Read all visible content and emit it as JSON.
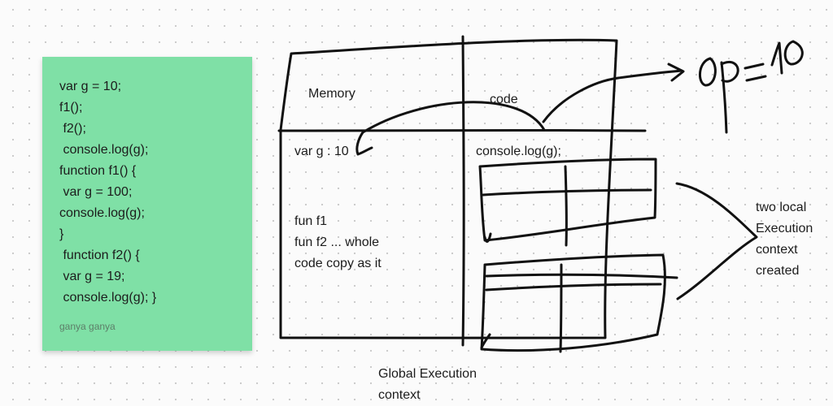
{
  "sticky_note": {
    "lines": [
      "var g = 10;",
      "f1();",
      " f2();",
      " console.log(g);",
      "function f1() {",
      " var g = 100;",
      "console.log(g);",
      "}",
      " function f2() {",
      " var g = 19;",
      " console.log(g); }"
    ],
    "author": "ganya ganya",
    "color": "#7fe0a6"
  },
  "diagram": {
    "memory_label": "Memory",
    "code_label": "code",
    "memory_entry": "var g : 10",
    "code_entry": "console.log(g);",
    "memory_functions": [
      "fun f1",
      "fun f2 ... whole",
      "code copy as it"
    ],
    "local_contexts_label": [
      "two local",
      "Execution",
      "context",
      "created"
    ],
    "global_label": [
      "Global Execution",
      "context"
    ],
    "output_annotation": "op = 10"
  }
}
